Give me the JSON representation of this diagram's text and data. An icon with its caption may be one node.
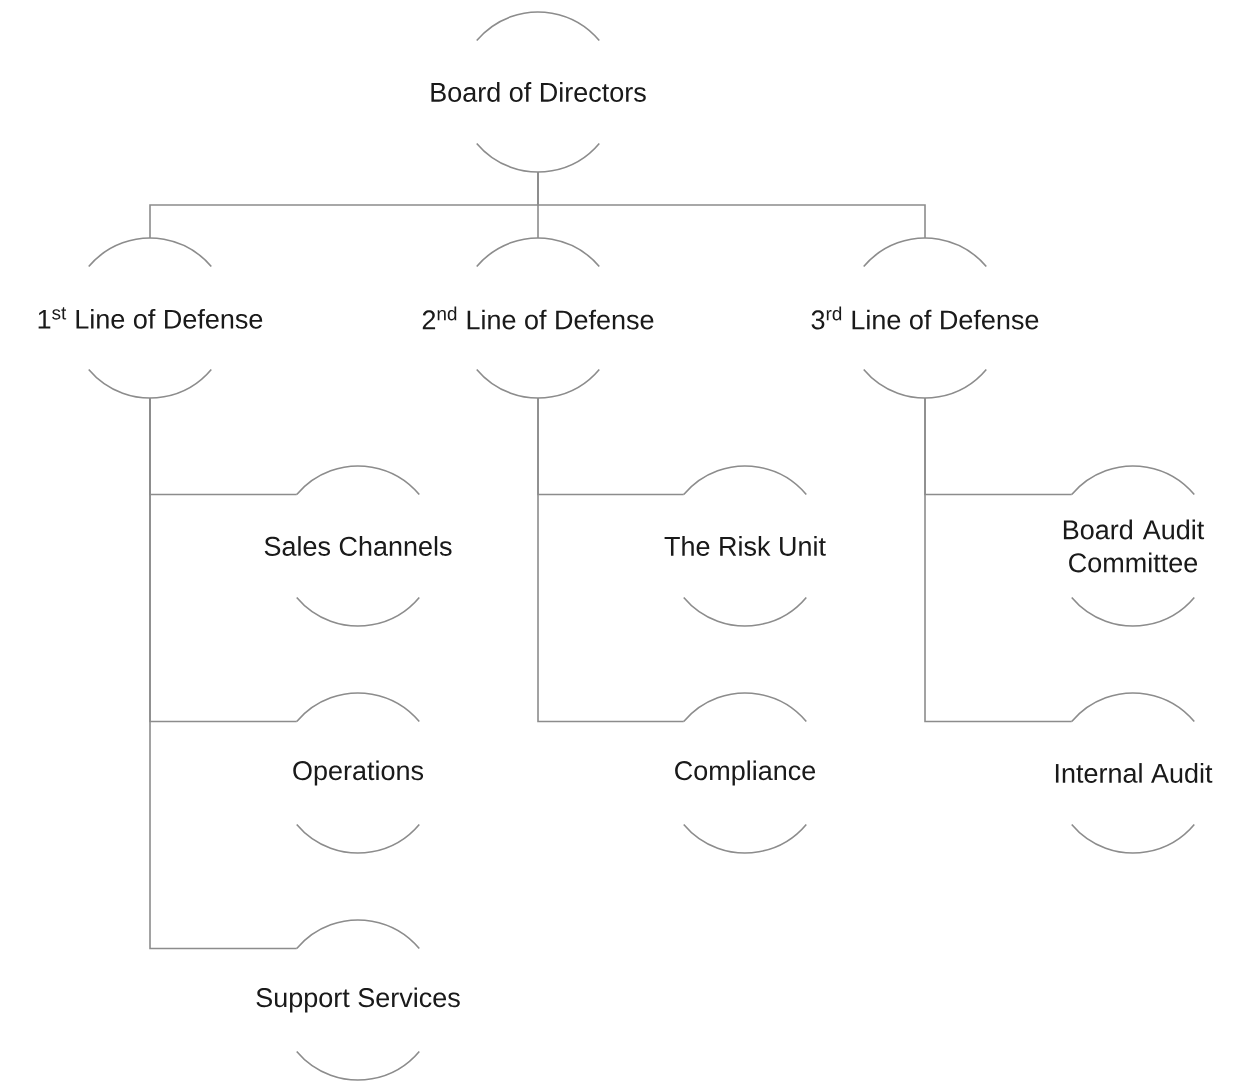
{
  "diagram": {
    "nodes": [
      {
        "text": [
          "Board of Directors"
        ]
      },
      {
        "text": [
          "1$^{st}$ Line of Defense"
        ]
      },
      {
        "text": [
          "2$^{nd}$ Line of Defense"
        ]
      },
      {
        "text": [
          "3$^{rd}$ Line of Defense"
        ]
      },
      {
        "text": [
          "Sales Channels"
        ]
      },
      {
        "text": [
          "Operations"
        ]
      },
      {
        "text": [
          "Support Services"
        ]
      },
      {
        "text": [
          "The Risk Unit"
        ]
      },
      {
        "text": [
          "Compliance"
        ]
      },
      {
        "text": [
          "Board Audit Committee"
        ]
      },
      {
        "text": [
          "Internal Audit"
        ]
      }
    ],
    "edges": [
      {
        "from": 0,
        "to": 1,
        "arrow": "none"
      },
      {
        "from": 0,
        "to": 2,
        "arrow": "none"
      },
      {
        "from": 0,
        "to": 3,
        "arrow": "none"
      },
      {
        "from": 1,
        "to": 4,
        "arrow": "none"
      },
      {
        "from": 1,
        "to": 5,
        "arrow": "none"
      },
      {
        "from": 1,
        "to": 6,
        "arrow": "none"
      },
      {
        "from": 2,
        "to": 7,
        "arrow": "none"
      },
      {
        "from": 2,
        "to": 8,
        "arrow": "none"
      },
      {
        "from": 3,
        "to": 9,
        "arrow": "none"
      },
      {
        "from": 3,
        "to": 10,
        "arrow": "none"
      }
    ]
  }
}
